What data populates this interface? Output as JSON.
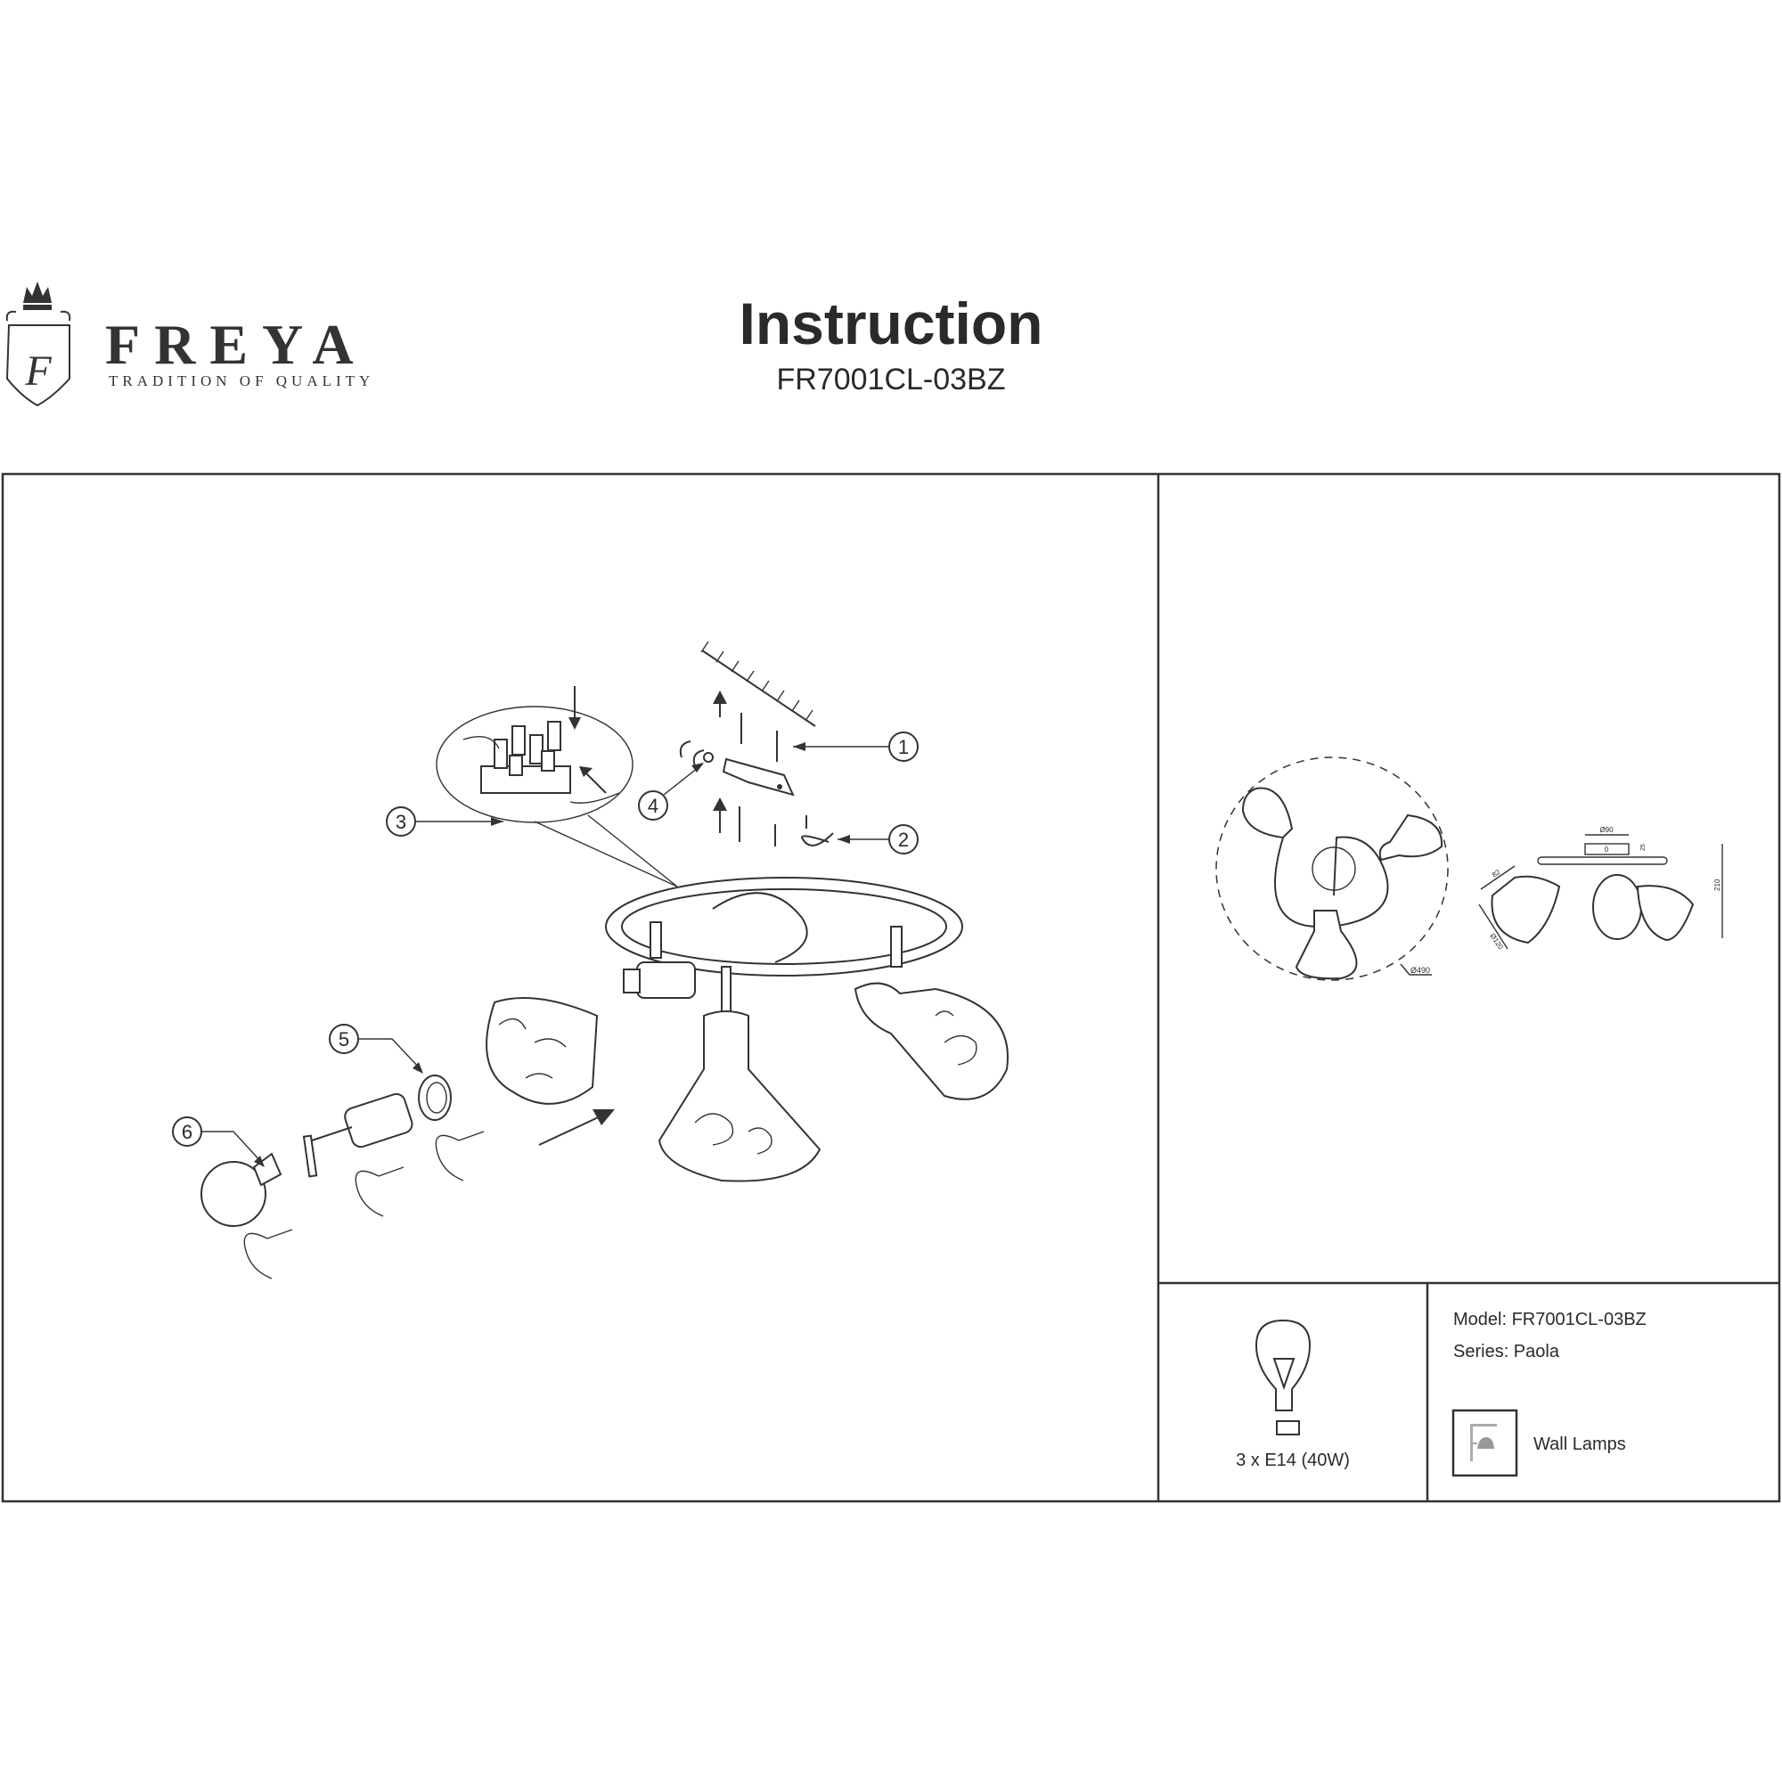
{
  "brand": {
    "name": "FREYA",
    "tagline": "TRADITION OF QUALITY",
    "monogram": "F"
  },
  "header": {
    "title": "Instruction",
    "model_code": "FR7001CL-03BZ"
  },
  "assembly": {
    "callouts": [
      "1",
      "2",
      "3",
      "4",
      "5",
      "6"
    ]
  },
  "dimensions": {
    "top_view_diameter": "Ø490",
    "canopy_diameter": "Ø90",
    "canopy_mark": "0",
    "canopy_height": "25",
    "total_height": "210",
    "shade_length": "82",
    "shade_diameter": "Ø120"
  },
  "specs": {
    "bulb": "3 x E14 (40W)",
    "model": "Model: FR7001CL-03BZ",
    "series": "Series: Paola",
    "category": "Wall Lamps"
  }
}
